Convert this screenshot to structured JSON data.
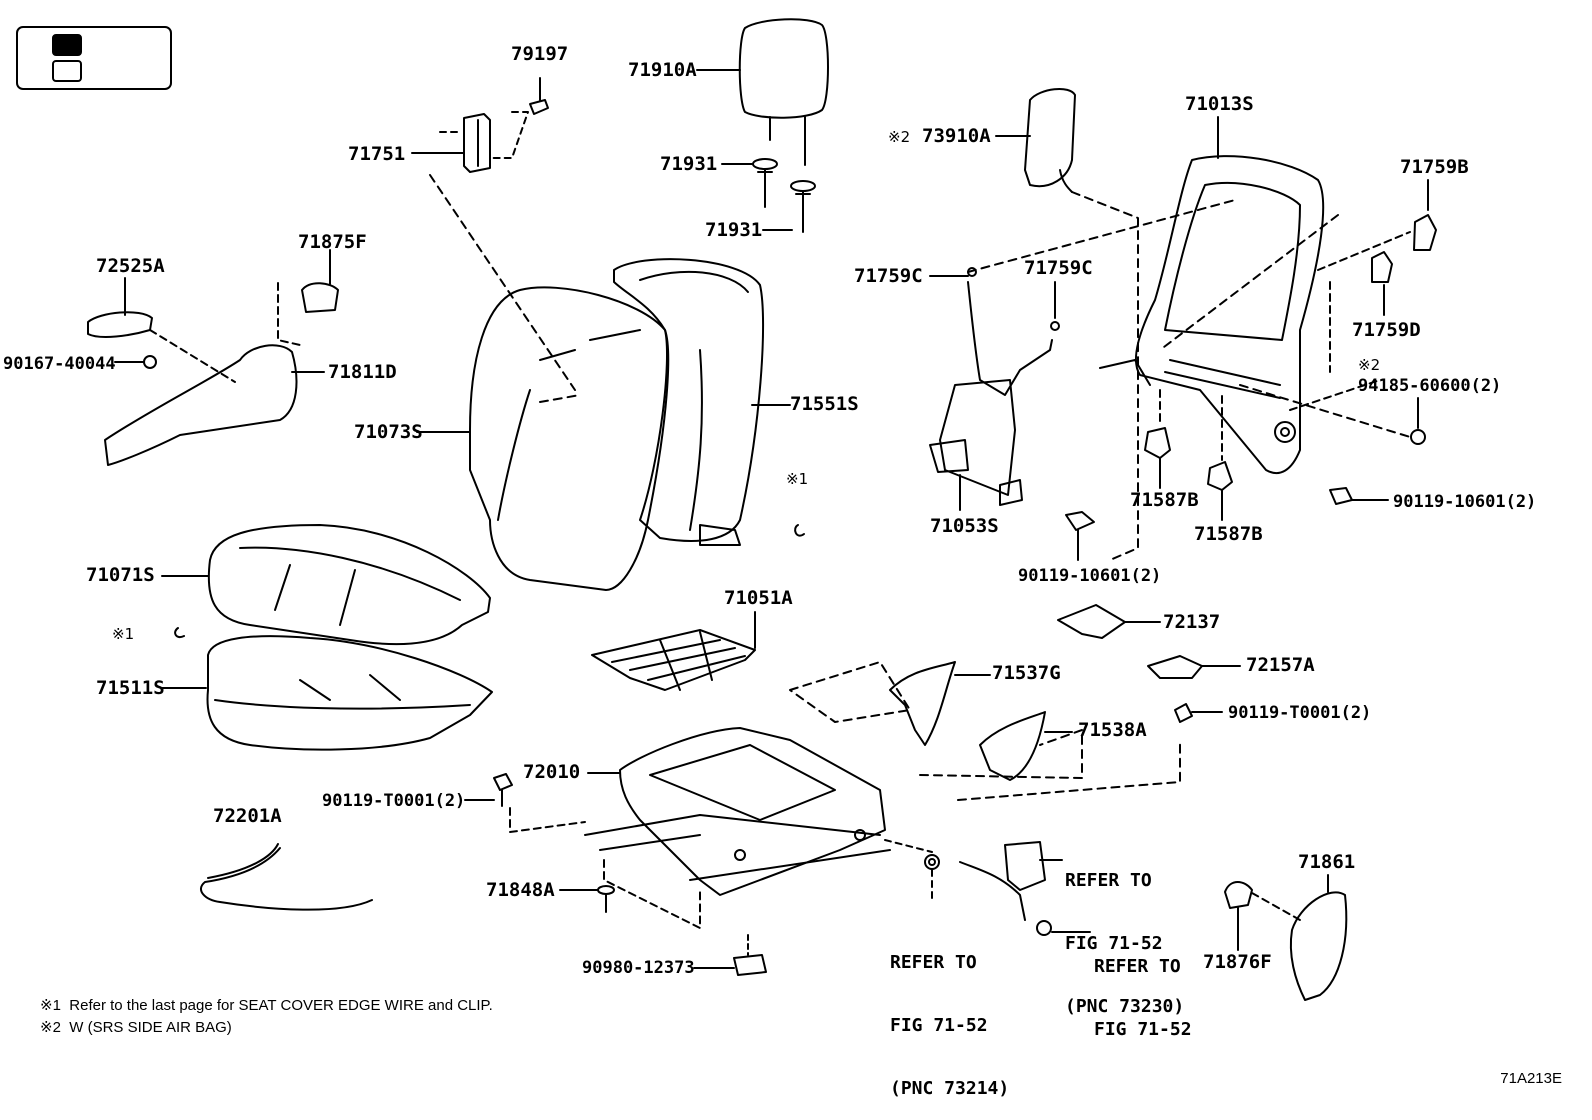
{
  "diagram_code": "71A213E",
  "labels": [
    {
      "id": "l1",
      "text": "79197"
    },
    {
      "id": "l2",
      "text": "71910A"
    },
    {
      "id": "l3",
      "text": "71751"
    },
    {
      "id": "l4",
      "text": "71931"
    },
    {
      "id": "l5",
      "text": "71931"
    },
    {
      "id": "l6",
      "text": "73910A"
    },
    {
      "id": "l7",
      "text": "71013S"
    },
    {
      "id": "l8",
      "text": "71759B"
    },
    {
      "id": "l9",
      "text": "72525A"
    },
    {
      "id": "l10",
      "text": "71875F"
    },
    {
      "id": "l11",
      "text": "90167-40044"
    },
    {
      "id": "l12",
      "text": "71811D"
    },
    {
      "id": "l13",
      "text": "71759C"
    },
    {
      "id": "l14",
      "text": "71759C"
    },
    {
      "id": "l15",
      "text": "71759D"
    },
    {
      "id": "l16",
      "text": "94185-60600(2)"
    },
    {
      "id": "l17",
      "text": "71551S"
    },
    {
      "id": "l18",
      "text": "71073S"
    },
    {
      "id": "l19",
      "text": "71053S"
    },
    {
      "id": "l20",
      "text": "71587B"
    },
    {
      "id": "l21",
      "text": "71587B"
    },
    {
      "id": "l22",
      "text": "90119-10601(2)"
    },
    {
      "id": "l23",
      "text": "90119-10601(2)"
    },
    {
      "id": "l24",
      "text": "71071S"
    },
    {
      "id": "l25",
      "text": "71051A"
    },
    {
      "id": "l26",
      "text": "72137"
    },
    {
      "id": "l27",
      "text": "72157A"
    },
    {
      "id": "l28",
      "text": "71511S"
    },
    {
      "id": "l29",
      "text": "71537G"
    },
    {
      "id": "l30",
      "text": "90119-T0001(2)"
    },
    {
      "id": "l31",
      "text": "71538A"
    },
    {
      "id": "l32",
      "text": "72010"
    },
    {
      "id": "l33",
      "text": "90119-T0001(2)"
    },
    {
      "id": "l34",
      "text": "72201A"
    },
    {
      "id": "l35",
      "text": "71848A"
    },
    {
      "id": "l36",
      "text": "71861"
    },
    {
      "id": "l37",
      "text": "71876F"
    },
    {
      "id": "l38",
      "text": "90980-12373"
    }
  ],
  "marks": [
    {
      "id": "m1",
      "text": "※1"
    },
    {
      "id": "m2",
      "text": "※1"
    },
    {
      "id": "m3",
      "text": "※2"
    },
    {
      "id": "m4",
      "text": "※2"
    }
  ],
  "refer_blocks": [
    {
      "id": "r1",
      "lines": [
        "REFER TO",
        "FIG 71-52",
        "(PNC 73230)"
      ]
    },
    {
      "id": "r2",
      "lines": [
        "REFER TO",
        "FIG 71-52",
        "(PNC 73214)"
      ]
    },
    {
      "id": "r3",
      "lines": [
        "REFER TO",
        "FIG 71-52"
      ]
    }
  ],
  "footnotes": [
    {
      "mark": "※1",
      "text": "Refer to the last page for SEAT COVER EDGE WIRE and CLIP."
    },
    {
      "mark": "※2",
      "text": "W (SRS SIDE AIR BAG)"
    }
  ]
}
